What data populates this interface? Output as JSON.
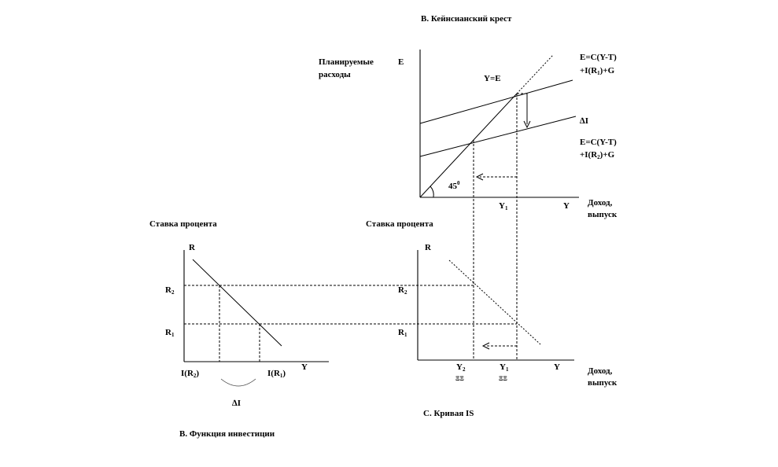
{
  "panel_b": {
    "title": "B. Кейнсианский крест",
    "y_axis_title_line1": "Планируемые",
    "y_axis_title_line2": "расходы",
    "y_axis_symbol": "E",
    "line_45_label": "Y=E",
    "angle_label": "45",
    "angle_sup": "0",
    "upper_line_label_1": "E=C(Y-T)",
    "upper_line_label_2": "+I(R",
    "upper_line_label_2_sub": "1",
    "upper_line_label_2_end": ")+G",
    "delta_label": "∆I",
    "lower_line_label_1": "E=C(Y-T)",
    "lower_line_label_2": "+I(R",
    "lower_line_label_2_sub": "2",
    "lower_line_label_2_end": ")+G",
    "x_tick_y1": "Y",
    "x_tick_y1_sub": "1",
    "x_axis_symbol": "Y",
    "x_axis_title_line1": "Доход,",
    "x_axis_title_line2": "выпуск"
  },
  "panel_a": {
    "title_top": "Ставка процента",
    "y_axis_symbol": "R",
    "r2": "R",
    "r2_sub": "2",
    "r1": "R",
    "r1_sub": "1",
    "x_i_r2": "I(R",
    "x_i_r2_sub": "2",
    "x_i_r2_end": ")",
    "x_i_r1": "I(R",
    "x_i_r1_sub": "1",
    "x_i_r1_end": ")",
    "x_axis_symbol": "Y",
    "delta_label": "∆I",
    "caption": "B. Функция инвестиции"
  },
  "panel_c": {
    "title_top": "Ставка процента",
    "y_axis_symbol": "R",
    "r2": "R",
    "r2_sub": "2",
    "r1": "R",
    "r1_sub": "1",
    "y2": "Y",
    "y2_sub": "2",
    "y1": "Y",
    "y1_sub": "1",
    "x_axis_symbol": "Y",
    "x_axis_title_line1": "Доход,",
    "x_axis_title_line2": "выпуск",
    "caption": "C. Кривая IS"
  }
}
